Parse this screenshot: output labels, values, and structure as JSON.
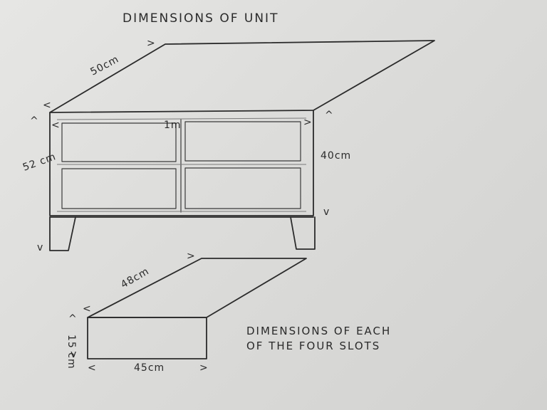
{
  "title": "DIMENSIONS OF UNIT",
  "unit": {
    "depth_label": "50cm",
    "width_label": "1m",
    "height_label": "52 cm",
    "inner_height_label": "40cm"
  },
  "slot": {
    "depth_label": "48cm",
    "height_label": "15 cm",
    "width_label": "45cm"
  },
  "note": {
    "line1": "DIMENSIONS OF EACH",
    "line2": "OF THE FOUR SLOTS"
  },
  "colors": {
    "paper": "#e3e3e1",
    "ink": "#2b2b2b"
  }
}
